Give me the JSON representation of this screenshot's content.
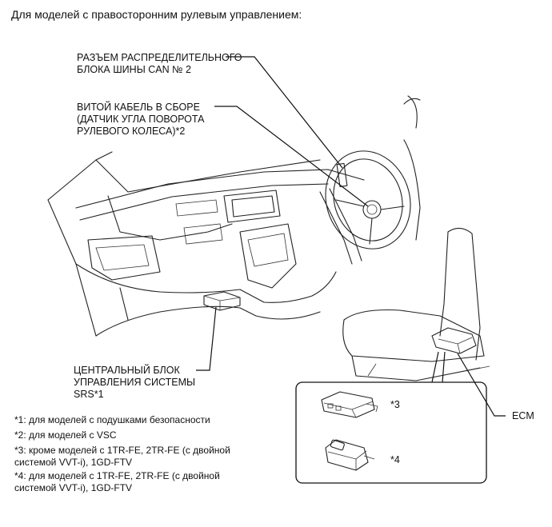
{
  "title": "Для моделей с правосторонним рулевым управлением:",
  "labels": {
    "can_connector": "РАЗЪЕМ РАСПРЕДЕЛИТЕЛЬНОГО\nБЛОКА ШИНЫ CAN № 2",
    "spiral_cable": "ВИТОЙ КАБЕЛЬ В СБОРЕ\n(ДАТЧИК УГЛА ПОВОРОТА\nРУЛЕВОГО КОЛЕСА)*2",
    "srs_unit": "ЦЕНТРАЛЬНЫЙ БЛОК\nУПРАВЛЕНИЯ СИСТЕМЫ\nSRS*1",
    "ecm": "ECM",
    "variant3": "*3",
    "variant4": "*4"
  },
  "notes": [
    "*1: для моделей с подушками безопасности",
    "*2: для моделей с VSC",
    "*3: кроме моделей с 1TR-FE, 2TR-FE (с двойной\nсистемой VVT-i), 1GD-FTV",
    "*4: для моделей с 1TR-FE, 2TR-FE (с двойной\nсистемой VVT-i), 1GD-FTV"
  ]
}
